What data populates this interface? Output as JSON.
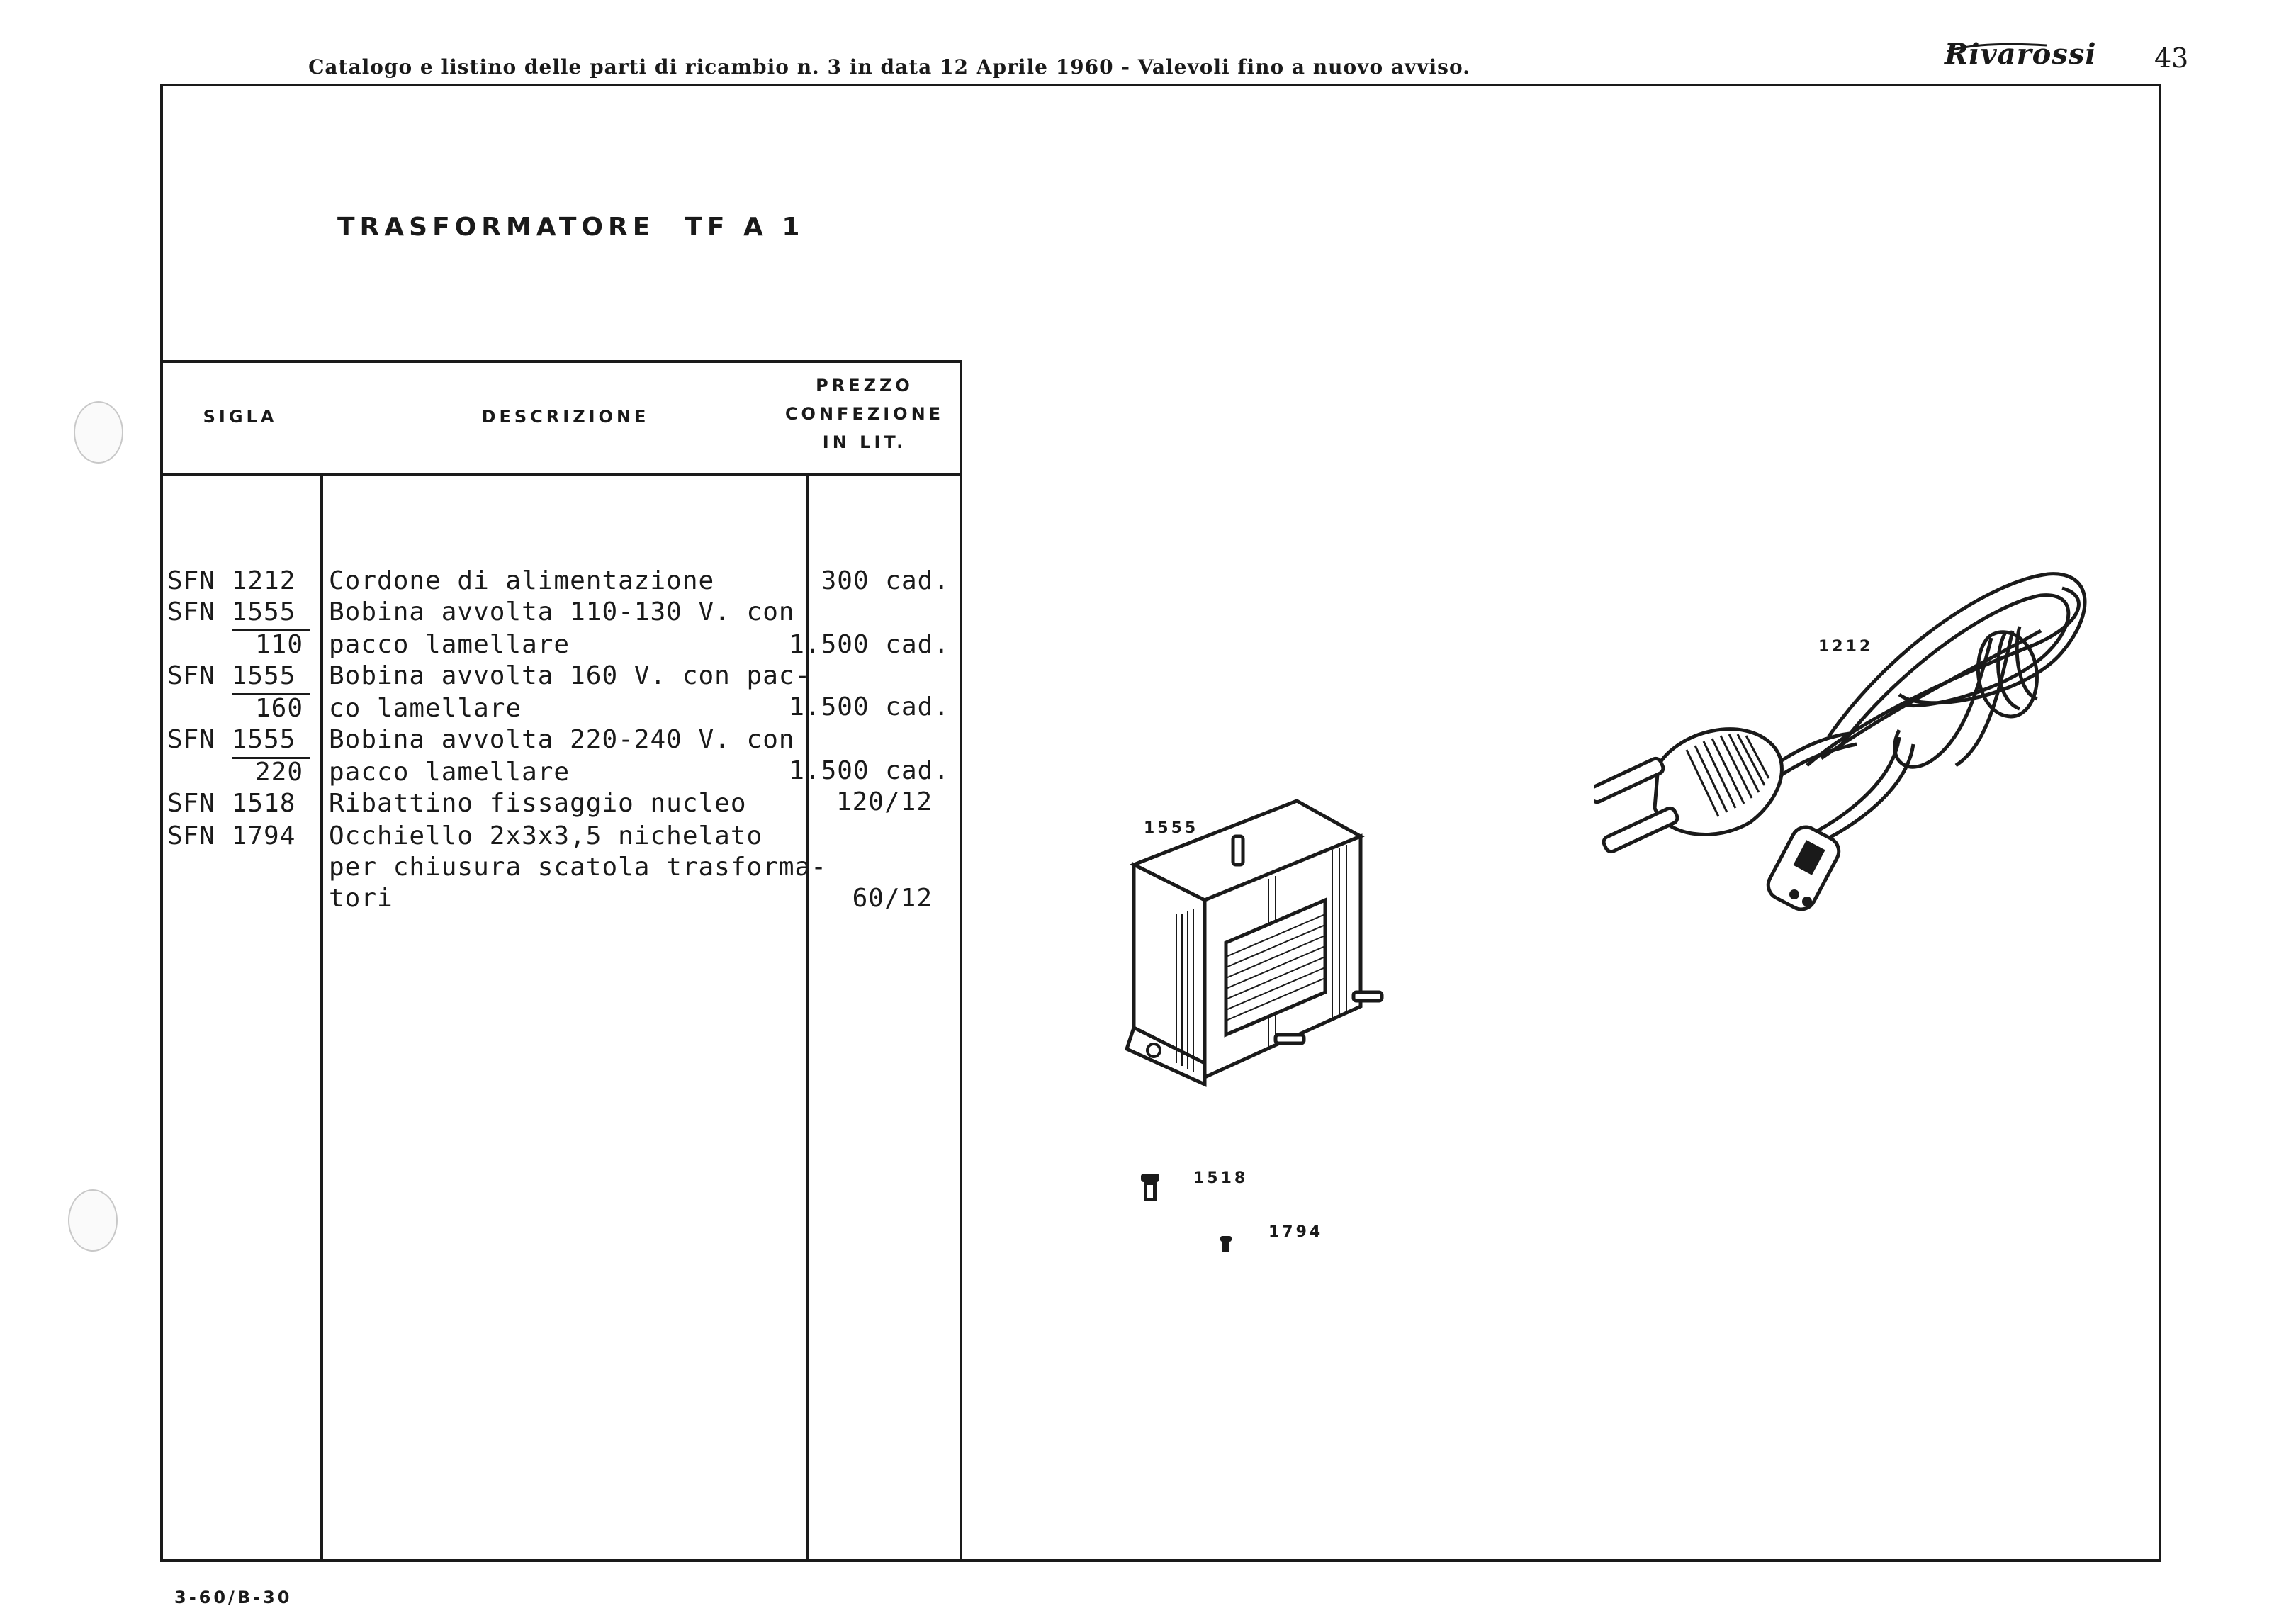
{
  "header": {
    "text": "Catalogo e listino delle parti di ricambio n. 3 in data 12 Aprile 1960 - Valevoli fino a nuovo avviso.",
    "brand": "Rivarossi",
    "page_number": "43"
  },
  "title": {
    "name": "TRASFORMATORE",
    "model": "TF A 1"
  },
  "table": {
    "headers": {
      "sigla": "SIGLA",
      "descrizione": "DESCRIZIONE",
      "prezzo_1": "PREZZO",
      "prezzo_2": "CONFEZIONE",
      "prezzo_3": "IN LIT."
    },
    "rows": [
      {
        "sigla": "SFN 1212",
        "sigla_sub": "",
        "desc": [
          "Cordone di alimentazione"
        ],
        "price": "300 cad."
      },
      {
        "sigla": "SFN 1555",
        "sigla_sub": "110",
        "desc": [
          "Bobina avvolta 110-130 V. con",
          "pacco lamellare"
        ],
        "price": "1.500 cad."
      },
      {
        "sigla": "SFN 1555",
        "sigla_sub": "160",
        "desc": [
          "Bobina avvolta 160 V. con pac-",
          "co lamellare"
        ],
        "price": "1.500 cad."
      },
      {
        "sigla": "SFN 1555",
        "sigla_sub": "220",
        "desc": [
          "Bobina avvolta 220-240 V. con",
          "pacco lamellare"
        ],
        "price": "1.500 cad."
      },
      {
        "sigla": "SFN 1518",
        "sigla_sub": "",
        "desc": [
          "Ribattino fissaggio nucleo"
        ],
        "price": "120/12"
      },
      {
        "sigla": "SFN 1794",
        "sigla_sub": "",
        "desc": [
          "Occhiello 2x3x3,5 nichelato",
          "per chiusura scatola trasforma-",
          "tori"
        ],
        "price": "60/12"
      }
    ]
  },
  "figures": {
    "cord_label": "1212",
    "transformer_label": "1555",
    "rivet_label": "1518",
    "eyelet_label": "1794"
  },
  "footer": {
    "code": "3-60/B-30"
  }
}
